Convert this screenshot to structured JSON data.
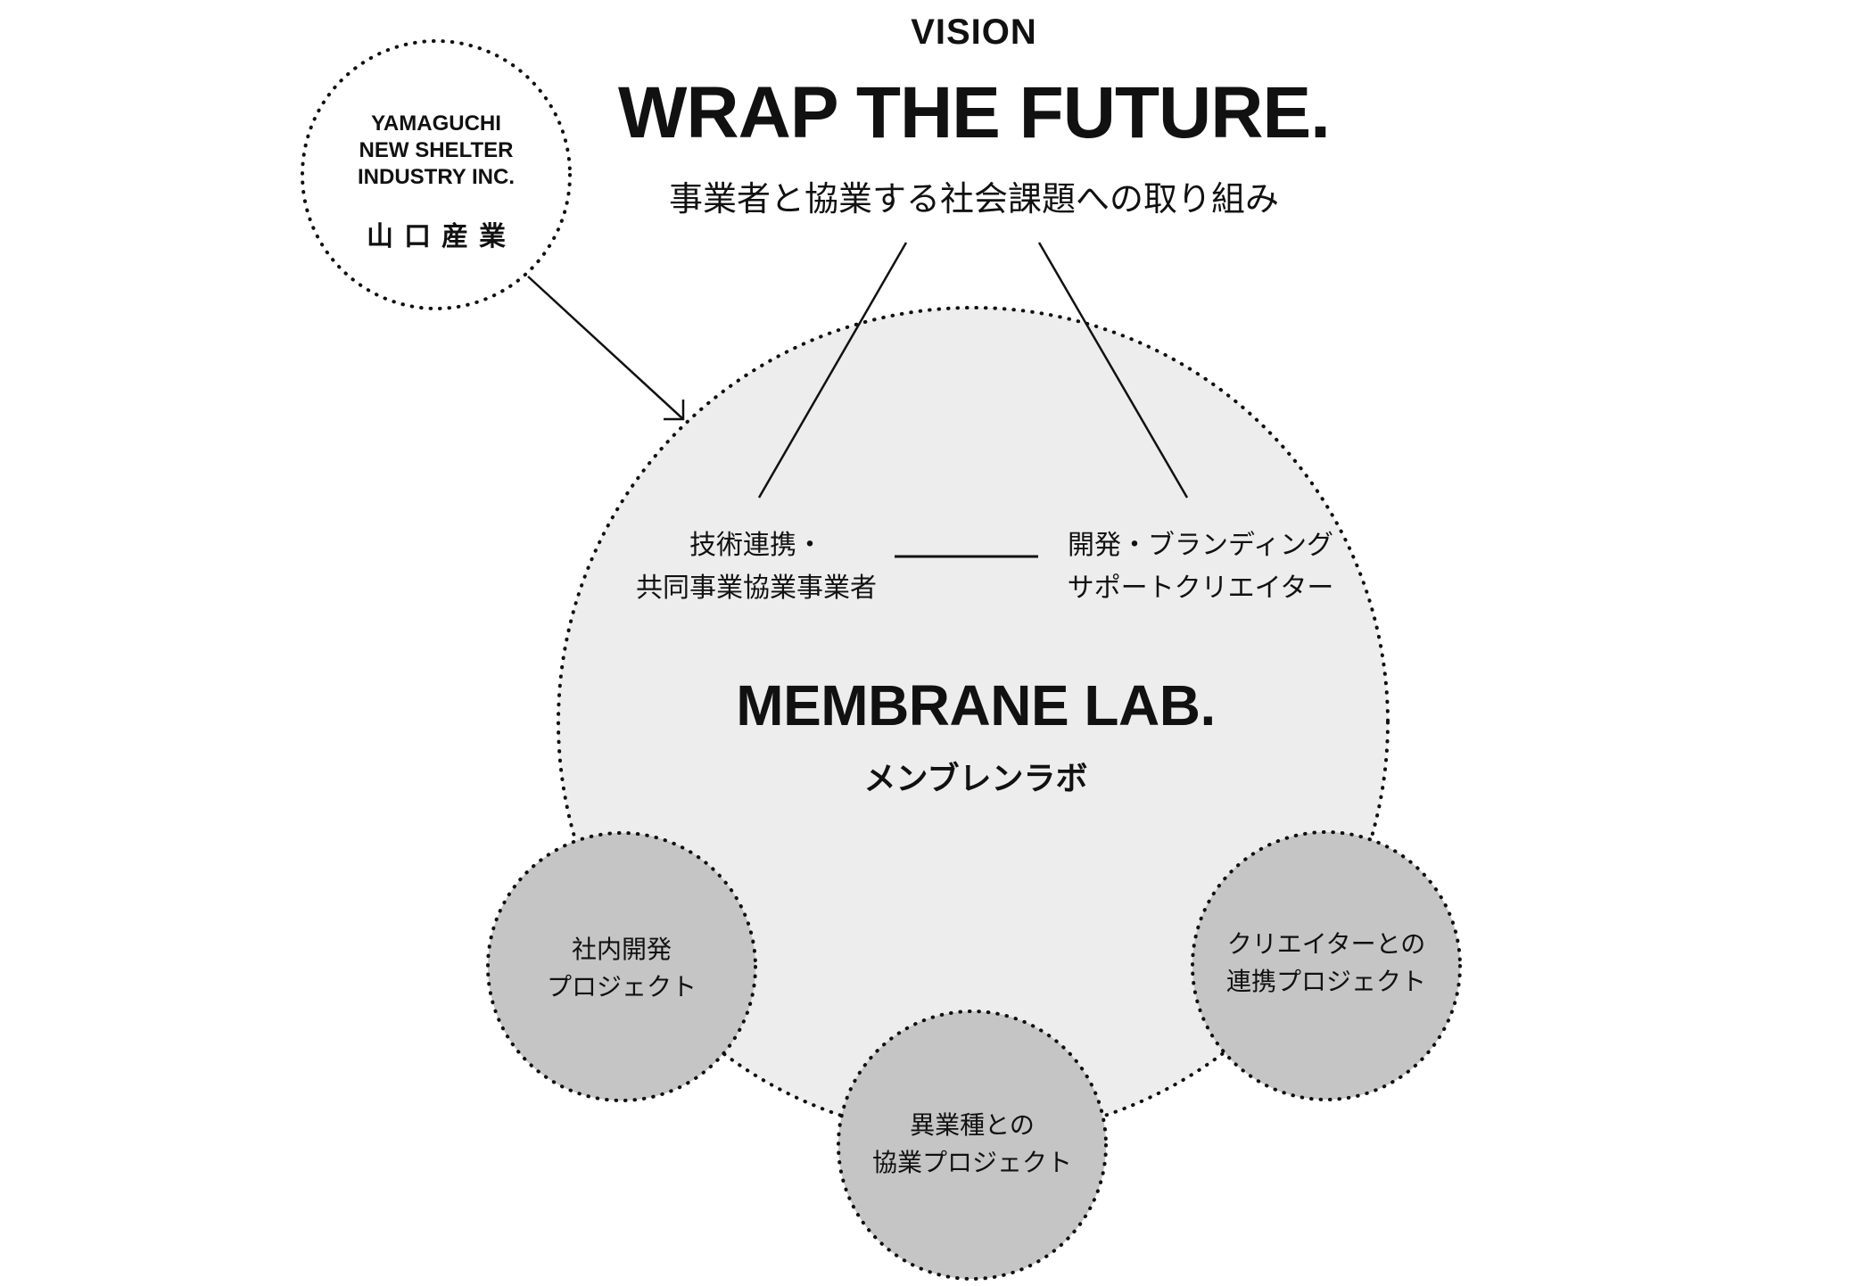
{
  "colors": {
    "ink": "#111111",
    "lab_fill": "#ecedec",
    "project_fill": "#c5c5c5",
    "background": "#ffffff"
  },
  "vision": {
    "label": "VISION",
    "headline": "WRAP THE FUTURE.",
    "subheading": "事業者と協業する社会課題への取り組み"
  },
  "company": {
    "name_en": "YAMAGUCHI\nNEW SHELTER\nINDUSTRY INC.",
    "name_jp": "山口産業"
  },
  "partners": {
    "left": "技術連携・\n共同事業協業事業者",
    "right": "開発・ブランディング\nサポートクリエイター"
  },
  "lab": {
    "name_en": "MEMBRANE LAB.",
    "name_jp": "メンブレンラボ"
  },
  "projects": {
    "in_house": "社内開発\nプロジェクト",
    "cross_industry": "異業種との\n協業プロジェクト",
    "creator": "クリエイターとの\n連携プロジェクト"
  }
}
